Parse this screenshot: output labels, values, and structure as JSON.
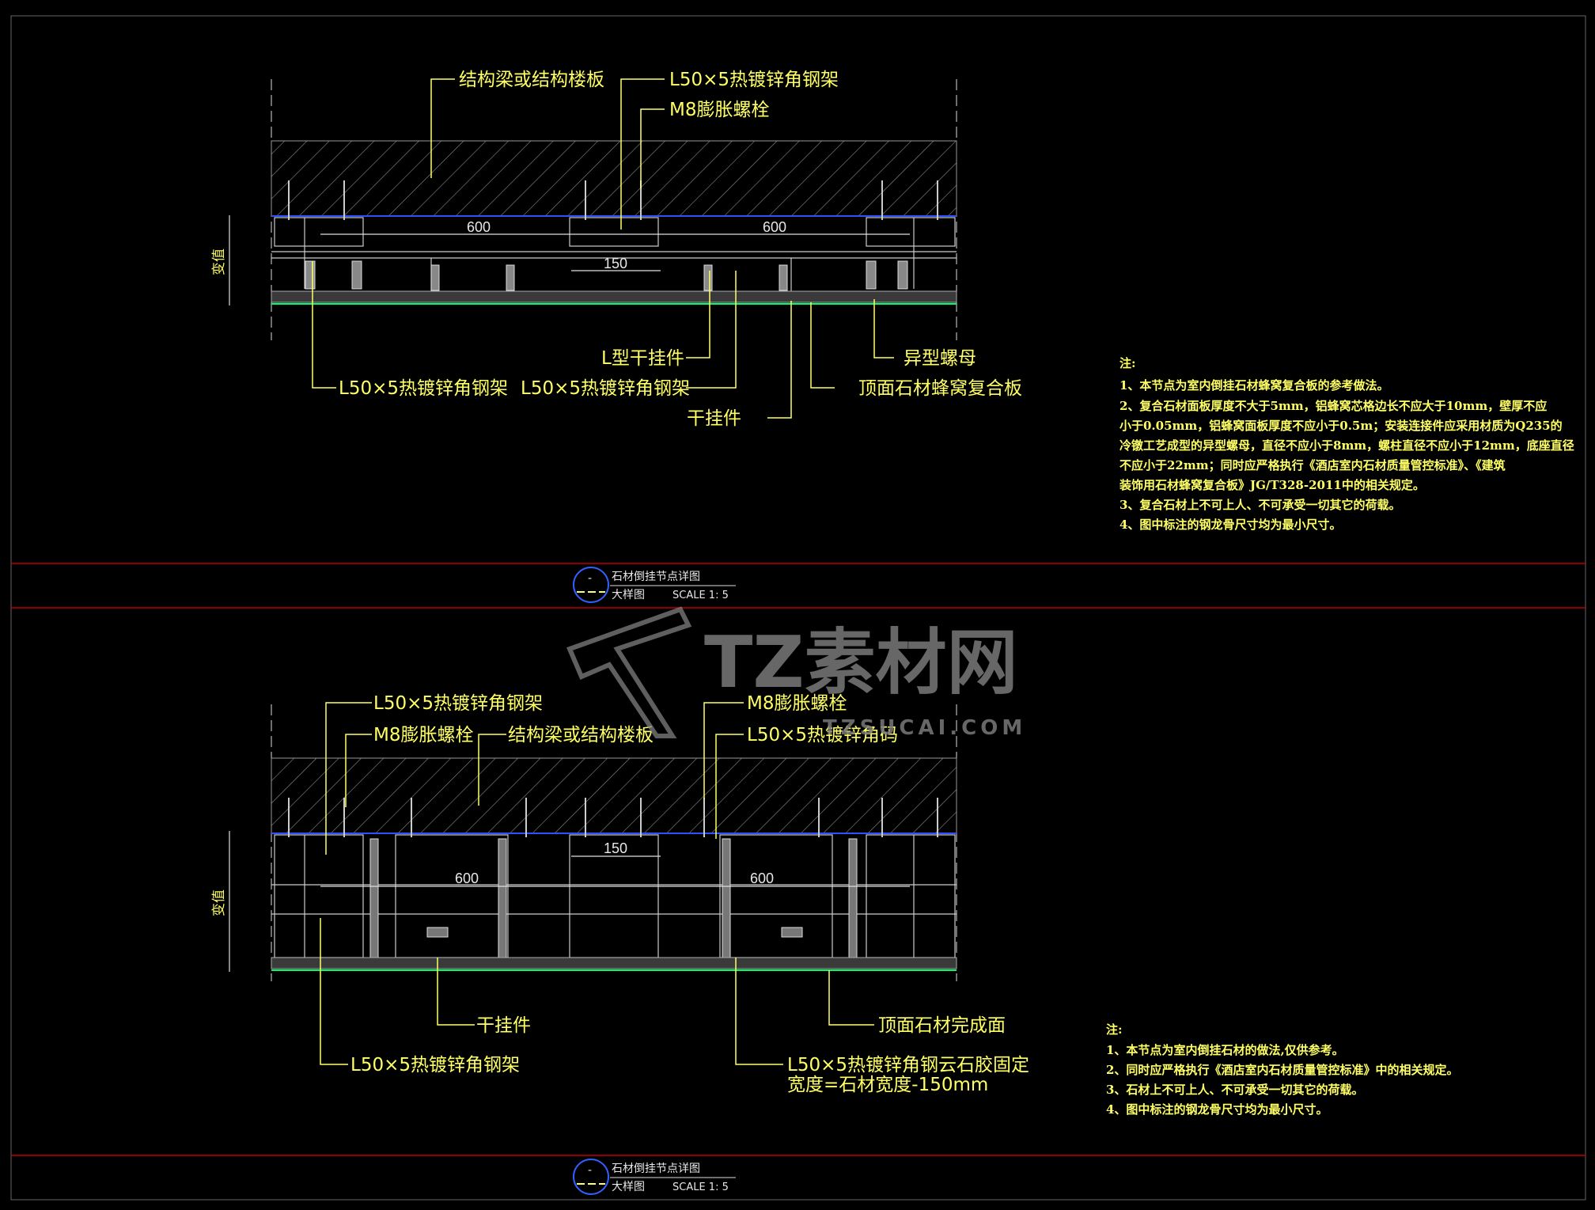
{
  "detail_top": {
    "labels": {
      "structure": "结构梁或结构楼板",
      "angle_frame_top": "L50×5热镀锌角钢架",
      "m8_bolt": "M8膨胀螺栓",
      "l_hanger": "L型干挂件",
      "angle_frame_left": "L50×5热镀锌角钢架",
      "angle_frame_mid": "L50×5热镀锌角钢架",
      "hanger": "干挂件",
      "nut": "异型螺母",
      "panel": "顶面石材蜂窝复合板"
    },
    "dims": {
      "span_left": "600",
      "span_right": "600",
      "gap": "150",
      "variable": "变值"
    },
    "notes_title": "注:",
    "notes": [
      "1、本节点为室内倒挂石材蜂窝复合板的参考做法。",
      "2、复合石材面板厚度不大于5mm，铝蜂窝芯格边长不应大于10mm，壁厚不应",
      "小于0.05mm，铝蜂窝面板厚度不应小于0.5m；安装连接件应采用材质为Q235的",
      "冷镦工艺成型的异型螺母，直径不应小于8mm，螺柱直径不应小于12mm，底座直径",
      "不应小于22mm；同时应严格执行《酒店室内石材质量管控标准》、《建筑",
      "装饰用石材蜂窝复合板》JG/T328-2011中的相关规定。",
      "3、复合石材上不可上人、不可承受一切其它的荷载。",
      "4、图中标注的钢龙骨尺寸均为最小尺寸。"
    ],
    "title_block": {
      "symbol": "-",
      "name": "石材倒挂节点详图",
      "type": "大样图",
      "scale": "SCALE 1: 5"
    }
  },
  "detail_bottom": {
    "labels": {
      "angle_frame_top": "L50×5热镀锌角钢架",
      "m8_bolt_left": "M8膨胀螺栓",
      "structure": "结构梁或结构楼板",
      "m8_bolt_right": "M8膨胀螺栓",
      "angle_code": "L50×5热镀锌角码",
      "hanger": "干挂件",
      "finish": "顶面石材完成面",
      "angle_frame_bottom": "L50×5热镀锌角钢架",
      "glue_line1": "L50×5热镀锌角钢云石胶固定",
      "glue_line2": "宽度=石材宽度-150mm"
    },
    "dims": {
      "span_left": "600",
      "span_right": "600",
      "gap": "150",
      "variable": "变值"
    },
    "notes_title": "注:",
    "notes": [
      "1、本节点为室内倒挂石材的做法,仅供参考。",
      "2、同时应严格执行《酒店室内石材质量管控标准》中的相关规定。",
      "3、石材上不可上人、不可承受一切其它的荷载。",
      "4、图中标注的钢龙骨尺寸均为最小尺寸。"
    ],
    "title_block": {
      "symbol": "-",
      "name": "石材倒挂节点详图",
      "type": "大样图",
      "scale": "SCALE 1: 5"
    }
  },
  "watermark": {
    "brand": "TZ素材网",
    "url": "TZSUCAI.COM"
  },
  "colors": {
    "background": "#000000",
    "label": "#ffff66",
    "line": "#e0e0e0",
    "frame": "#c00000",
    "panel": "#00ff66",
    "slab_bottom": "#3050ff"
  }
}
